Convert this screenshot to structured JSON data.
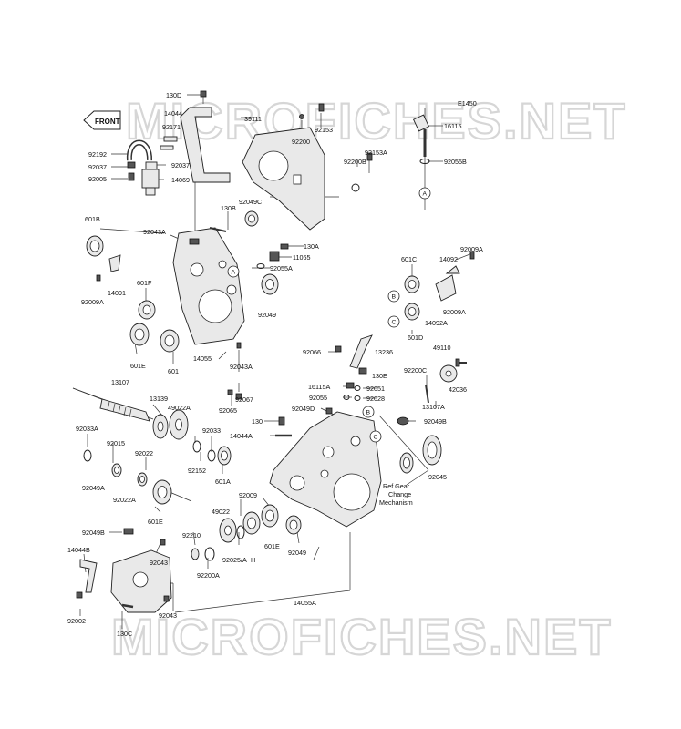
{
  "diagram_code": "E1450",
  "watermark": "MICROFICHES.NET",
  "front_label": "FRONT",
  "callouts": {
    "a": "A",
    "b": "B",
    "c": "C"
  },
  "ref_note": [
    "Ref.Gear",
    "Change",
    "Mechanism"
  ],
  "part_labels": {
    "p130D": "130D",
    "p14044": "14044",
    "p92171": "92171",
    "p92192": "92192",
    "p92037a": "92037",
    "p92037b": "92037",
    "p92005": "92005",
    "p14069": "14069",
    "p39111": "39111",
    "p92200": "92200",
    "p92153": "92153",
    "p92153A": "92153A",
    "p92200B": "92200B",
    "p92049C": "92049C",
    "p16115": "16115",
    "p92055B": "92055B",
    "p601B": "601B",
    "p92043A": "92043A",
    "p130B": "130B",
    "p130A": "130A",
    "p11065": "11065",
    "p92055A": "92055A",
    "p14091": "14091",
    "p92009A_l": "92009A",
    "p601F": "601F",
    "p92049": "92049",
    "p601E_a": "601E",
    "p601": "601",
    "p14055": "14055",
    "p92043A_b": "92043A",
    "p92067": "92067",
    "p92065": "92065",
    "p601C": "601C",
    "p14092": "14092",
    "p92009A_r1": "92009A",
    "p92009A_r2": "92009A",
    "p14092A": "14092A",
    "p601D": "601D",
    "p92066": "92066",
    "p13236": "13236",
    "p49110": "49110",
    "p42036": "42036",
    "p16115A": "16115A",
    "p130E": "130E",
    "p92200C": "92200C",
    "p92055": "92055",
    "p92051": "92051",
    "p92028": "92028",
    "p13107A": "13107A",
    "p92049D": "92049D",
    "p130": "130",
    "p92049B": "92049B",
    "p14044A": "14044A",
    "p13107": "13107",
    "p13139": "13139",
    "p49022A": "49022A",
    "p92033A": "92033A",
    "p92015": "92015",
    "p92049A": "92049A",
    "p92022": "92022",
    "p92022A": "92022A",
    "p92033": "92033",
    "p92152": "92152",
    "p601A": "601A",
    "p92045": "92045",
    "p601E_b": "601E",
    "p92009": "92009",
    "p49022": "49022",
    "p601E_c": "601E",
    "p92049_b": "92049",
    "p92025": "92025/A~H",
    "p92210": "92210",
    "p92200A": "92200A",
    "p92049B_b": "92049B",
    "p14044B": "14044B",
    "p92043_a": "92043",
    "p92043_b": "92043",
    "p92002": "92002",
    "p130C": "130C",
    "p14055A": "14055A"
  }
}
